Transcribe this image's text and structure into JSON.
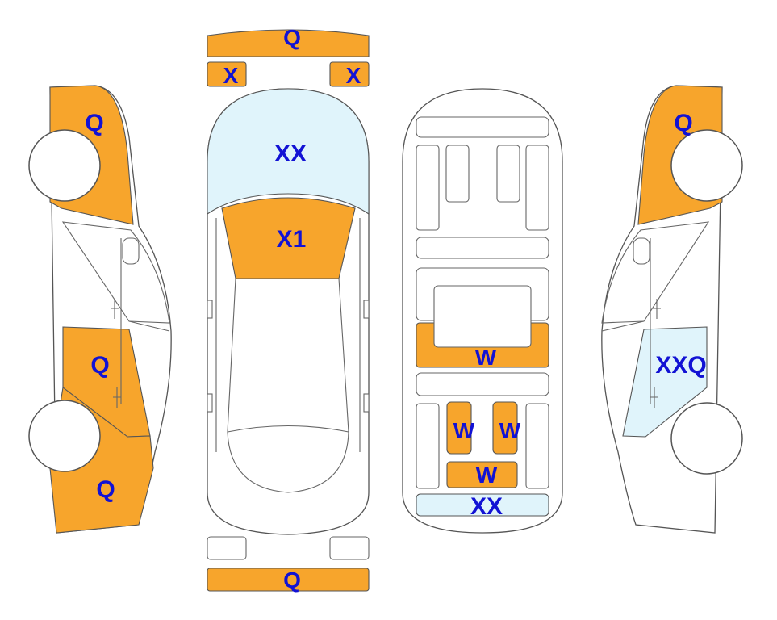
{
  "colors": {
    "damage_orange": "#f7a52c",
    "damage_blue": "#e0f4fb",
    "label": "#1212d4",
    "outline": "#555555"
  },
  "legend_codes": {
    "front_bumper": "Q",
    "left_headlight": "X",
    "right_headlight": "X",
    "hood": "XX",
    "windshield": "X1",
    "rear_bumper": "Q",
    "left_front_fender": "Q",
    "left_front_door": "Q",
    "left_rear_quarter": "Q",
    "right_front_fender": "Q",
    "right_rear_door": "XXQ",
    "floor_crossmember": "W",
    "floor_left_rail": "W",
    "floor_right_rail": "W",
    "floor_rear_rail": "W",
    "floor_rear_panel": "XX"
  }
}
